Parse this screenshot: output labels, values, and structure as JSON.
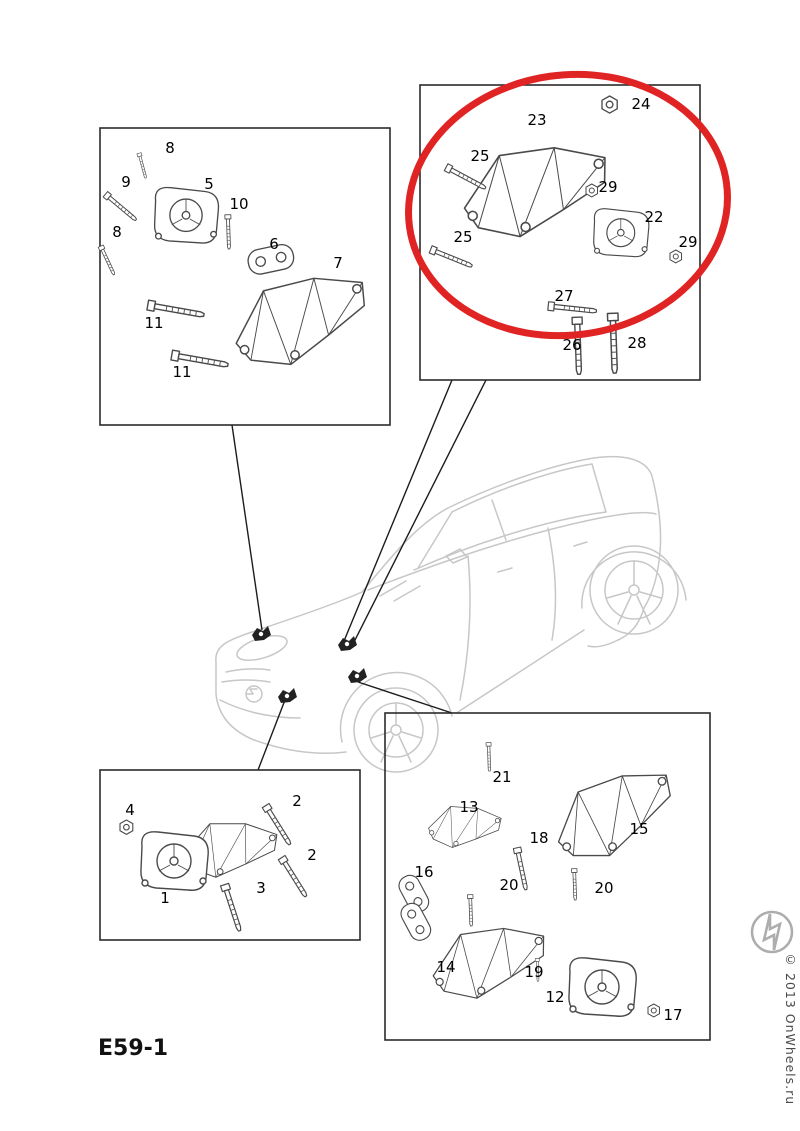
{
  "diagram": {
    "code": "E59-1",
    "copyright": "© 2013 OnWheels.ru",
    "highlight_color": "#e02424"
  },
  "insets": {
    "top_left": {
      "labels": [
        "8",
        "9",
        "5",
        "8",
        "10",
        "6",
        "7",
        "11",
        "11"
      ]
    },
    "top_right": {
      "labels": [
        "24",
        "23",
        "25",
        "29",
        "22",
        "25",
        "29",
        "27",
        "26",
        "28"
      ]
    },
    "bottom_left": {
      "labels": [
        "4",
        "2",
        "2",
        "3",
        "1"
      ]
    },
    "bottom_right": {
      "labels": [
        "21",
        "13",
        "15",
        "18",
        "16",
        "20",
        "20",
        "14",
        "19",
        "12",
        "17"
      ]
    }
  }
}
